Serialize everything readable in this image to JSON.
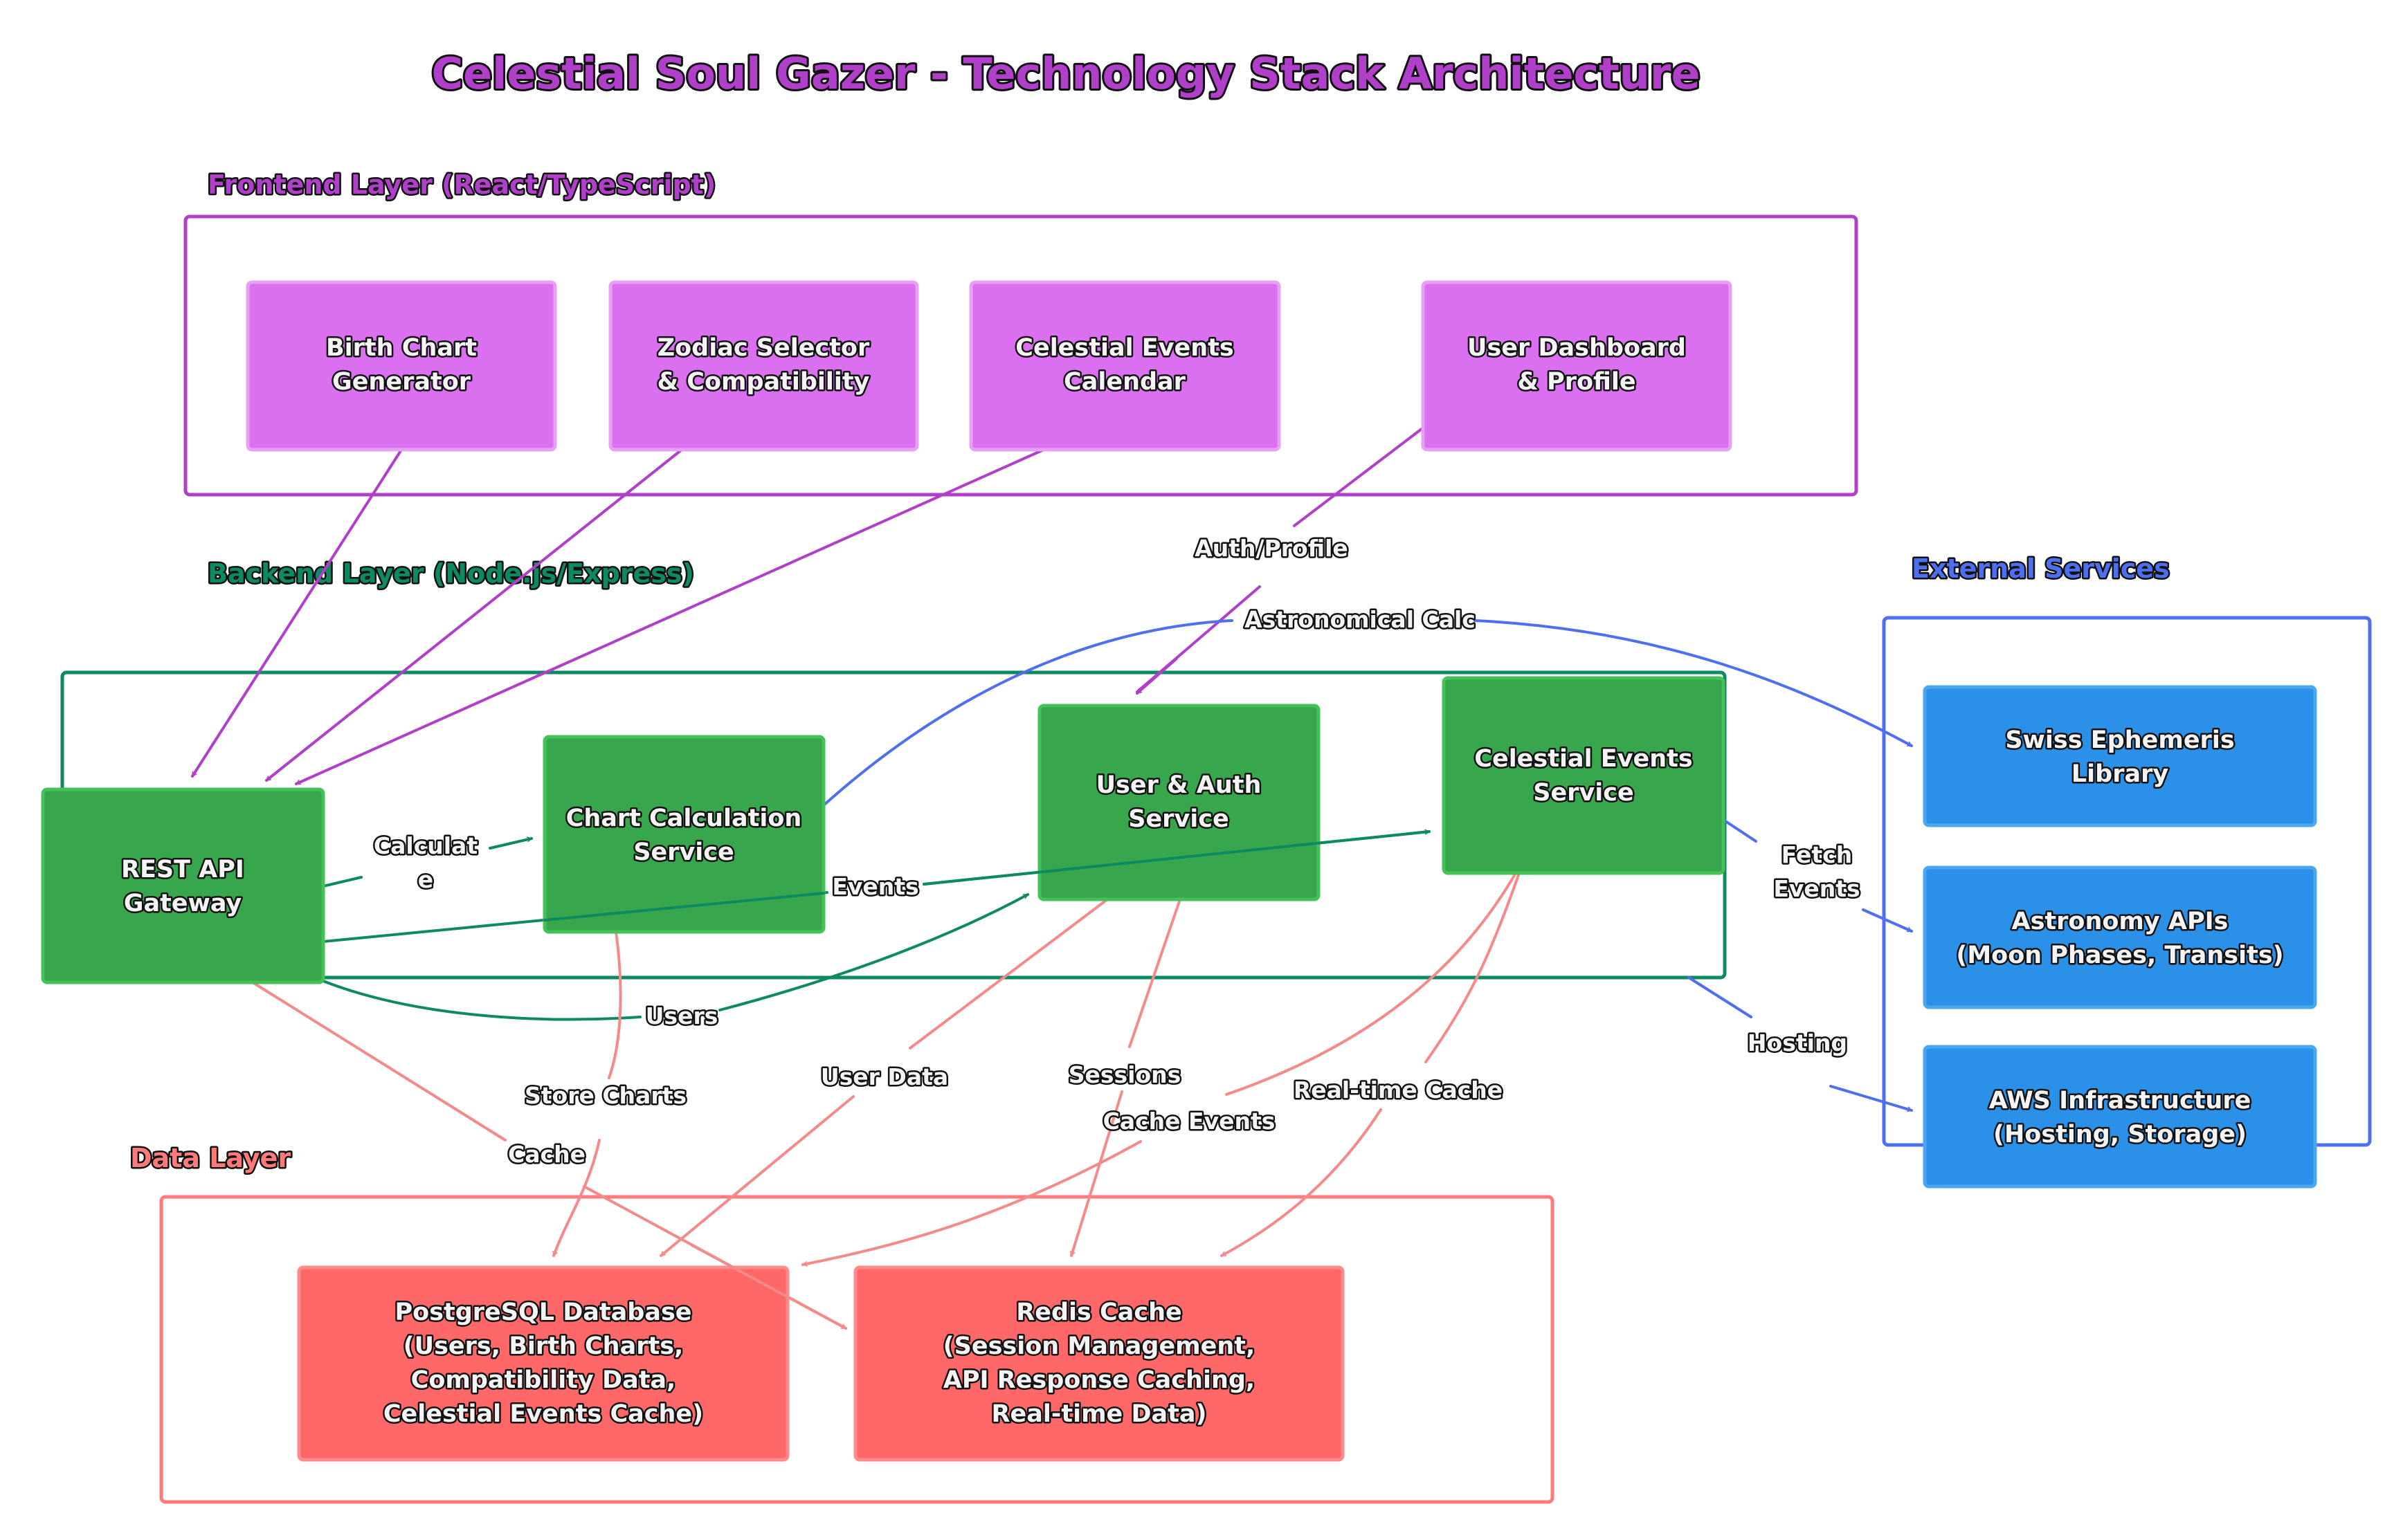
{
  "title": "Celestial Soul Gazer - Technology Stack Architecture",
  "colors": {
    "title": "#B03FC9",
    "frontend": "#B03FC9",
    "frontend_fill": "#DA70F0",
    "frontend_border": "#E8A0F5",
    "backend": "#0E8A63",
    "backend_fill": "#38A64C",
    "backend_border": "#44C257",
    "external": "#4D6FF0",
    "external_fill": "#2B91E8",
    "external_border": "#4BA6F0",
    "data": "#FF7B7B",
    "data_fill": "#FF6868",
    "data_border": "#FF8A8A",
    "data_edge": "#F48A8A"
  },
  "layers": {
    "frontend": {
      "label": "Frontend Layer (React/TypeScript)",
      "nodes": [
        {
          "id": "birth_chart",
          "lines": [
            "Birth Chart",
            "Generator"
          ]
        },
        {
          "id": "zodiac",
          "lines": [
            "Zodiac Selector",
            "& Compatibility"
          ]
        },
        {
          "id": "events_calendar",
          "lines": [
            "Celestial Events",
            "Calendar"
          ]
        },
        {
          "id": "dashboard",
          "lines": [
            "User Dashboard",
            "& Profile"
          ]
        }
      ]
    },
    "backend": {
      "label": "Backend Layer (Node.js/Express)",
      "nodes": [
        {
          "id": "gateway",
          "lines": [
            "REST API",
            "Gateway"
          ]
        },
        {
          "id": "chart_calc",
          "lines": [
            "Chart Calculation",
            "Service"
          ]
        },
        {
          "id": "auth",
          "lines": [
            "User & Auth",
            "Service"
          ]
        },
        {
          "id": "events_svc",
          "lines": [
            "Celestial Events",
            "Service"
          ]
        }
      ]
    },
    "external": {
      "label": "External Services",
      "nodes": [
        {
          "id": "swiss",
          "lines": [
            "Swiss Ephemeris",
            "Library"
          ]
        },
        {
          "id": "astro_api",
          "lines": [
            "Astronomy APIs",
            "(Moon Phases, Transits)"
          ]
        },
        {
          "id": "aws",
          "lines": [
            "AWS Infrastructure",
            "(Hosting, Storage)"
          ]
        }
      ]
    },
    "data": {
      "label": "Data Layer",
      "nodes": [
        {
          "id": "postgres",
          "lines": [
            "PostgreSQL Database",
            "(Users, Birth Charts,",
            "Compatibility Data,",
            "Celestial Events Cache)"
          ]
        },
        {
          "id": "redis",
          "lines": [
            "Redis Cache",
            "(Session Management,",
            "API Response Caching,",
            "Real-time Data)"
          ]
        }
      ]
    }
  },
  "edges": [
    {
      "from": "birth_chart",
      "to": "gateway",
      "label": ""
    },
    {
      "from": "zodiac",
      "to": "gateway",
      "label": ""
    },
    {
      "from": "events_calendar",
      "to": "gateway",
      "label": ""
    },
    {
      "from": "dashboard",
      "to": "auth",
      "label": "Auth/Profile"
    },
    {
      "from": "gateway",
      "to": "chart_calc",
      "label": "Calculate"
    },
    {
      "from": "gateway",
      "to": "events_svc",
      "label": "Events"
    },
    {
      "from": "gateway",
      "to": "auth",
      "label": "Users"
    },
    {
      "from": "chart_calc",
      "to": "swiss",
      "label": "Astronomical Calc"
    },
    {
      "from": "events_svc",
      "to": "astro_api",
      "label": "Fetch Events"
    },
    {
      "from": "backend",
      "to": "aws",
      "label": "Hosting"
    },
    {
      "from": "chart_calc",
      "to": "postgres",
      "label": "Store Charts"
    },
    {
      "from": "gateway",
      "to": "redis",
      "label": "Cache"
    },
    {
      "from": "auth",
      "to": "postgres",
      "label": "User Data"
    },
    {
      "from": "auth",
      "to": "redis",
      "label": "Sessions"
    },
    {
      "from": "events_svc",
      "to": "postgres",
      "label": "Cache Events"
    },
    {
      "from": "events_svc",
      "to": "redis",
      "label": "Real-time Cache"
    }
  ],
  "edge_labels": {
    "auth_profile": "Auth/Profile",
    "astronomical_calc": "Astronomical Calc",
    "calculate_1": "Calculat",
    "calculate_2": "e",
    "events": "Events",
    "users": "Users",
    "fetch_events_1": "Fetch",
    "fetch_events_2": "Events",
    "hosting": "Hosting",
    "store_charts": "Store Charts",
    "cache": "Cache",
    "user_data": "User Data",
    "sessions": "Sessions",
    "cache_events": "Cache Events",
    "realtime_cache": "Real-time Cache"
  }
}
